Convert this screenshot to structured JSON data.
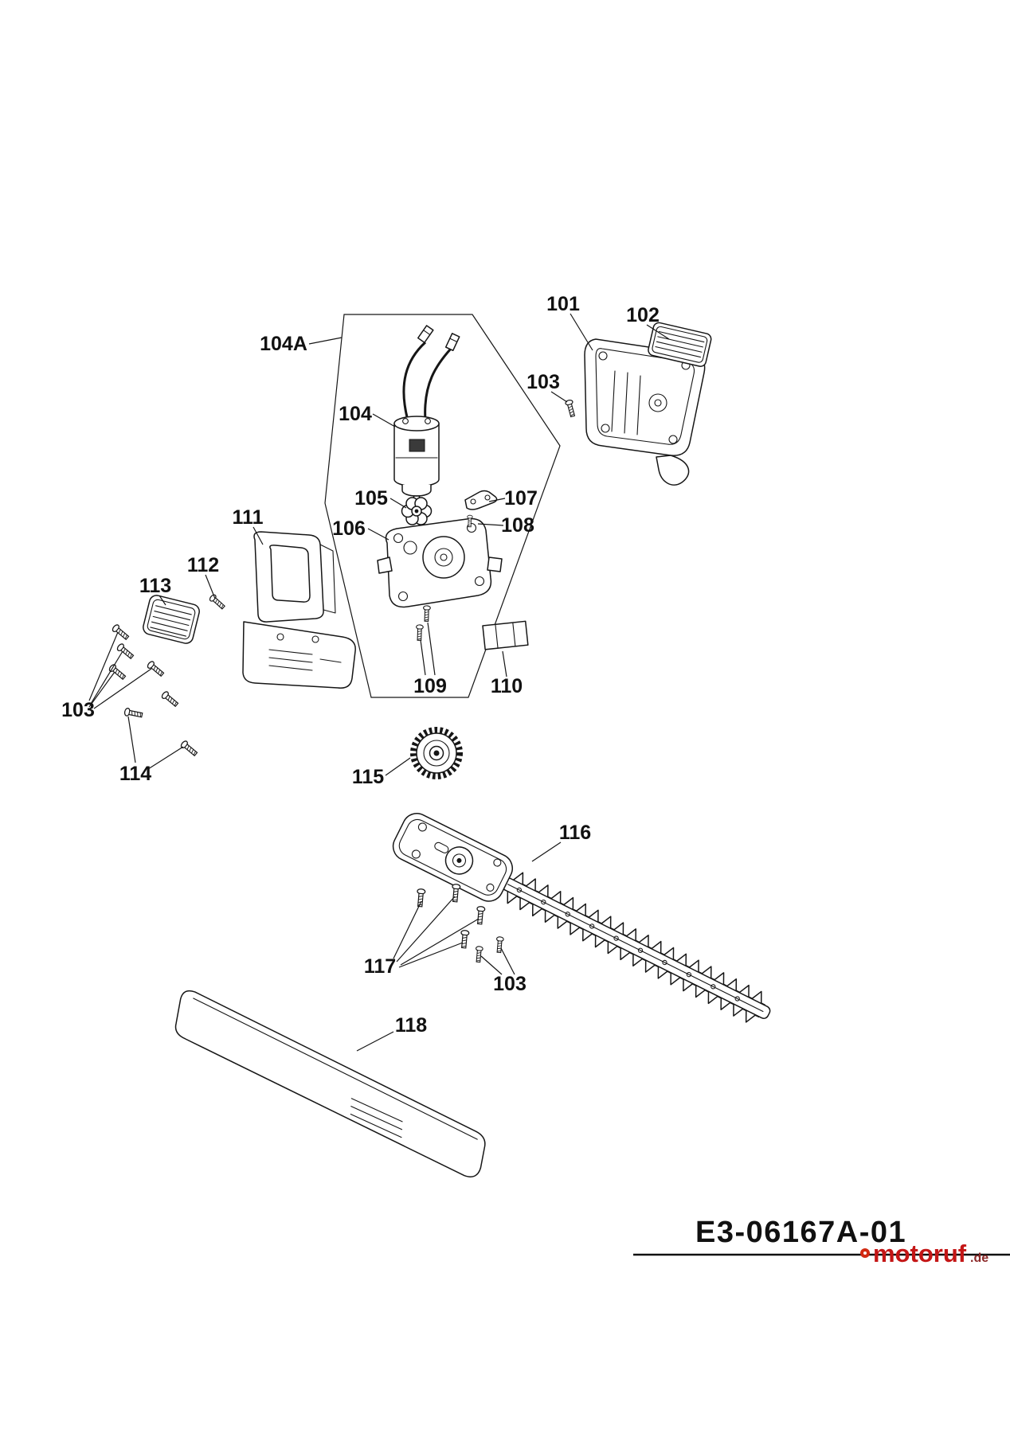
{
  "labels": {
    "l101": "101",
    "l102": "102",
    "l103a": "103",
    "l104": "104",
    "l104a": "104A",
    "l105": "105",
    "l106": "106",
    "l107": "107",
    "l108": "108",
    "l109": "109",
    "l110": "110",
    "l111": "111",
    "l112": "112",
    "l113": "113",
    "l103b": "103",
    "l114": "114",
    "l115": "115",
    "l116": "116",
    "l117": "117",
    "l103c": "103",
    "l118": "118"
  },
  "footer": {
    "diagram_code": "E3-06167A-01"
  },
  "watermark": {
    "brand": "motoruf",
    "suffix": ".de"
  }
}
